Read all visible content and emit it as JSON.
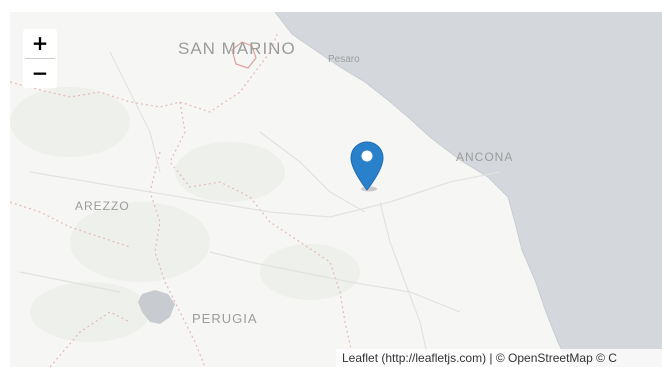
{
  "zoom": {
    "in_label": "+",
    "out_label": "−"
  },
  "cities": {
    "san_marino": "SAN MARINO",
    "pesaro": "Pesaro",
    "ancona": "ANCONA",
    "arezzo": "AREZZO",
    "perugia": "PERUGIA"
  },
  "attribution": {
    "text": "Leaflet (http://leafletjs.com) | © OpenStreetMap © C"
  },
  "colors": {
    "sea": "#d4d8dc",
    "land": "#f6f6f4",
    "marker": "#2a81cb",
    "border": "#e8a6a6"
  },
  "marker": {
    "icon": "map-pin-icon"
  }
}
